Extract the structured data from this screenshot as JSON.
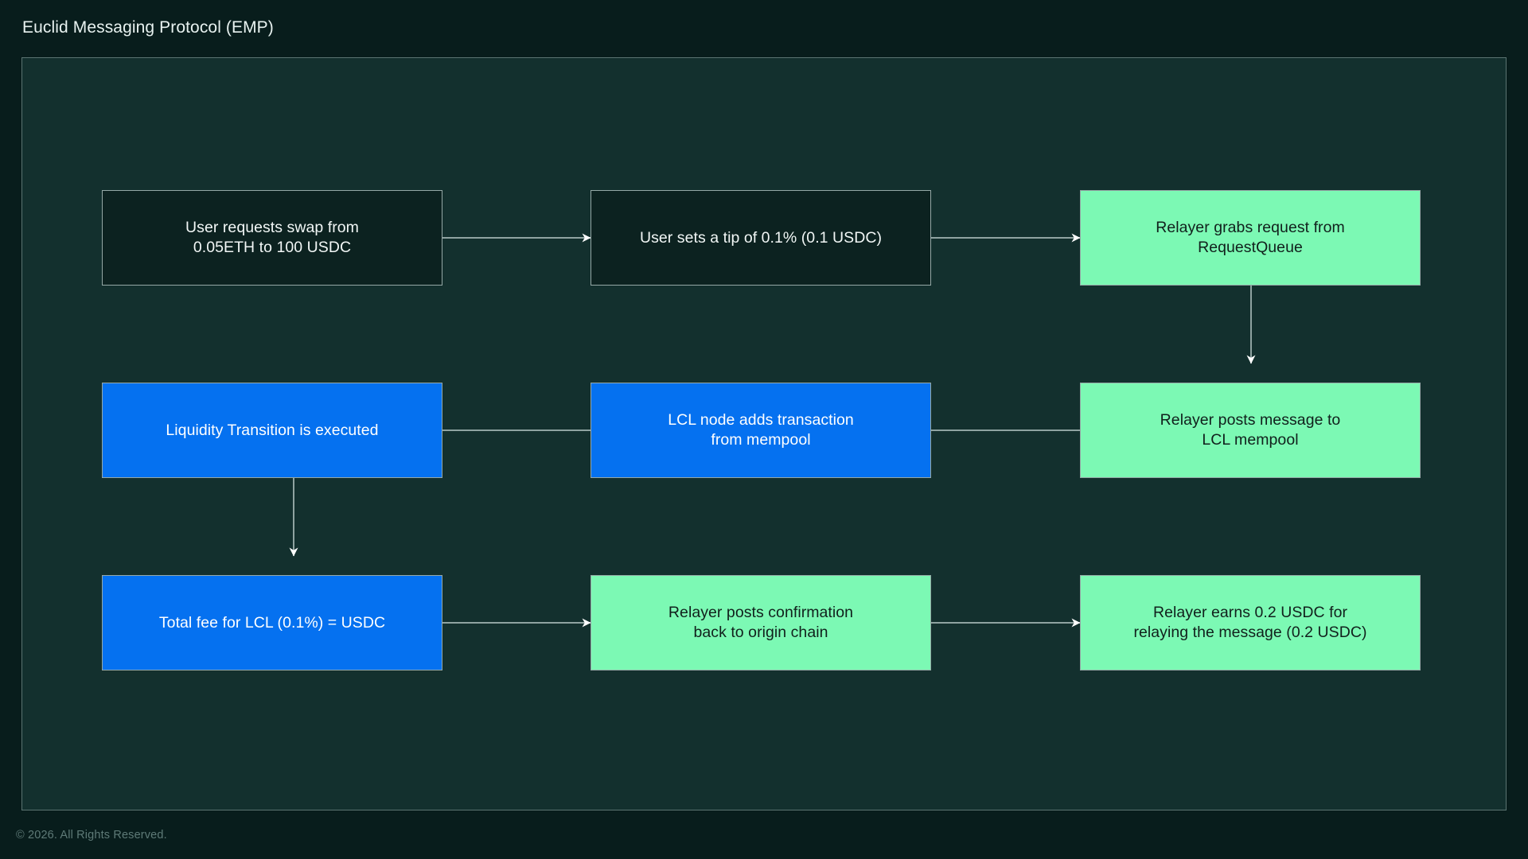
{
  "header": {
    "title": "Euclid Messaging Protocol (EMP)"
  },
  "footer": {
    "copyright": "© 2026. All Rights Reserved."
  },
  "colors": {
    "page_background": "#081D1C",
    "panel_background": "#13302E",
    "panel_border": "#5B7471",
    "node_dark_fill": "#0C2220",
    "node_green_fill": "#7CF9B4",
    "node_blue_fill": "#0571F0",
    "node_border": "#95A8A6",
    "connector": "#8FA3A1",
    "arrowhead": "#FFFFFF",
    "title_text": "#E8F2F0",
    "footer_text": "#5E7A77"
  },
  "diagram": {
    "type": "flowchart",
    "direction": "serpentine-row-major",
    "nodes": [
      {
        "id": "n1",
        "label": "User requests swap from\n0.05ETH to 100 USDC",
        "style": "dark",
        "row": 1,
        "column": 1
      },
      {
        "id": "n2",
        "label": "User sets a tip of 0.1% (0.1 USDC)",
        "style": "dark",
        "row": 1,
        "column": 2
      },
      {
        "id": "n3",
        "label": "Relayer grabs request from\nRequestQueue",
        "style": "green",
        "row": 1,
        "column": 3
      },
      {
        "id": "n4",
        "label": "Relayer posts message to\nLCL mempool",
        "style": "green",
        "row": 2,
        "column": 3
      },
      {
        "id": "n5",
        "label": "LCL node adds transaction\nfrom mempool",
        "style": "blue",
        "row": 2,
        "column": 2
      },
      {
        "id": "n6",
        "label": "Liquidity Transition is executed",
        "style": "blue",
        "row": 2,
        "column": 1
      },
      {
        "id": "n7",
        "label": "Total fee for LCL (0.1%) = USDC",
        "style": "blue",
        "row": 3,
        "column": 1
      },
      {
        "id": "n8",
        "label": "Relayer posts confirmation\nback to origin chain",
        "style": "green",
        "row": 3,
        "column": 2
      },
      {
        "id": "n9",
        "label": "Relayer earns 0.2 USDC for\nrelaying the message (0.2 USDC)",
        "style": "green",
        "row": 3,
        "column": 3
      }
    ],
    "edges": [
      {
        "id": "e1",
        "from": "n1",
        "to": "n2",
        "direction": "right"
      },
      {
        "id": "e2",
        "from": "n2",
        "to": "n3",
        "direction": "right"
      },
      {
        "id": "e3",
        "from": "n3",
        "to": "n4",
        "direction": "down"
      },
      {
        "id": "e4",
        "from": "n4",
        "to": "n5",
        "direction": "left"
      },
      {
        "id": "e5",
        "from": "n5",
        "to": "n6",
        "direction": "left"
      },
      {
        "id": "e6",
        "from": "n6",
        "to": "n7",
        "direction": "down"
      },
      {
        "id": "e7",
        "from": "n7",
        "to": "n8",
        "direction": "right"
      },
      {
        "id": "e8",
        "from": "n8",
        "to": "n9",
        "direction": "right"
      }
    ]
  }
}
